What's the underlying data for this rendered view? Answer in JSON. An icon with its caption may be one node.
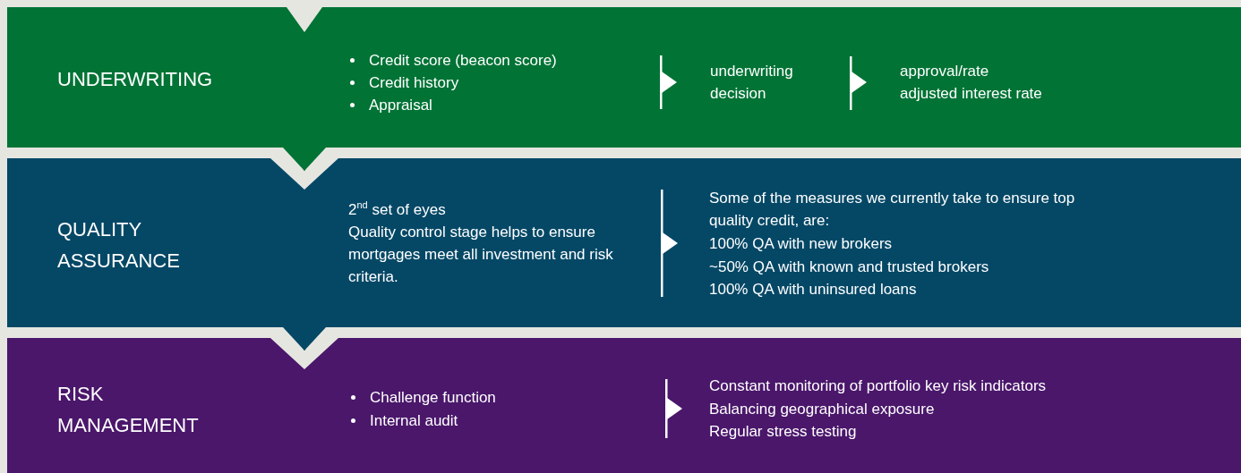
{
  "diagram": {
    "nodes": [
      {
        "text": [
          "UNDERWRITING",
          "Credit score (beacon score)",
          "Credit history",
          "Appraisal",
          "underwriting decision",
          "approval/rate",
          "adjusted interest rate"
        ]
      },
      {
        "text": [
          "QUALITY ASSURANCE",
          "2$^{nd}$ set of eyes",
          "Quality control stage helps to ensure mortgages meet all investment and risk criteria.",
          "Some of the measures we currently take to ensure top quality credit, are:",
          "100% QA with new brokers",
          "~50% QA with known and trusted brokers",
          "100% QA with uninsured loans"
        ]
      },
      {
        "text": [
          "RISK MANAGEMENT",
          "Challenge function",
          "Internal audit",
          "Constant monitoring of portfolio key risk indicators",
          "Balancing geographical exposure",
          "Regular stress testing"
        ]
      }
    ],
    "edges": [
      {
        "from": 0,
        "to": 1,
        "arrow": "to"
      },
      {
        "from": 1,
        "to": 2,
        "arrow": "to"
      }
    ]
  }
}
